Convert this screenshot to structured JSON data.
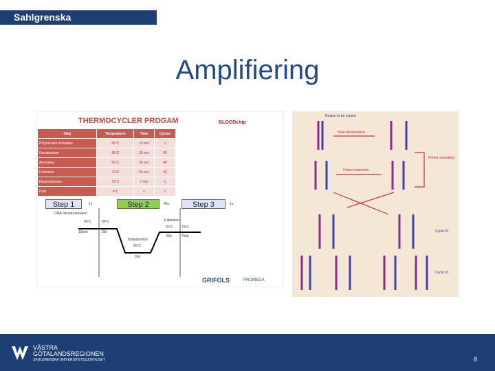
{
  "header": {
    "org": "Sahlgrenska Universitetssjukhuset"
  },
  "slide": {
    "title": "Amplifiering",
    "page_number": "8"
  },
  "thermocycler": {
    "title": "THERMOCYCLER PROGAM",
    "brand": "BLOODchip",
    "table_headers": [
      "Step",
      "Temperature",
      "Time",
      "Cycles"
    ],
    "rows": [
      [
        "Polymerase activation",
        "95ºC",
        "15 min",
        "1"
      ],
      [
        "Denaturation",
        "95ºC",
        "30 sec",
        "40"
      ],
      [
        "Annealing",
        "60ºC",
        "30 sec",
        "40"
      ],
      [
        "Extension",
        "72ºC",
        "60 sec",
        "40"
      ],
      [
        "Final extension",
        "72ºC",
        "7 min",
        "1"
      ],
      [
        "Hold",
        "4ºC",
        "∞",
        "1"
      ]
    ],
    "steps": [
      "Step 1",
      "Step 2",
      "Step 3"
    ],
    "step_counts": [
      "1x",
      "40x",
      "1x"
    ],
    "diagram_labels": {
      "dna_den": "DNA Denaturalization",
      "t95a": "95ºC",
      "t95b": "95ºC",
      "t72a": "72ºC",
      "t72b": "72ºC",
      "t60": "60ºC",
      "ext": "Extension",
      "hyb": "Hybridization",
      "d15": "15min",
      "d30a": "30s",
      "d30b": "30s",
      "d60": "60s",
      "d7": "7min"
    },
    "logos": {
      "grifols": "GRIFOLS",
      "promega": "PROMEGA"
    }
  },
  "pcr_diagram": {
    "labels": {
      "region": "Region to be copied",
      "heat": "Heat denaturation",
      "primer_ext": "Primer extension",
      "primer_ann": "Primer annealing",
      "cycle2": "Cycle #2",
      "cycle3": "Cycle #3"
    }
  },
  "footer": {
    "line1": "VÄSTRA",
    "line2": "GÖTALANDSREGIONEN",
    "line3": "SAHLGRENSKA UNIVERSITETSSJUKHUSET"
  },
  "colors": {
    "navy": "#1e3f73",
    "title_blue": "#1f4b8c",
    "step2_green": "#8fd14f",
    "pcr_bg": "#f4e7d6"
  }
}
